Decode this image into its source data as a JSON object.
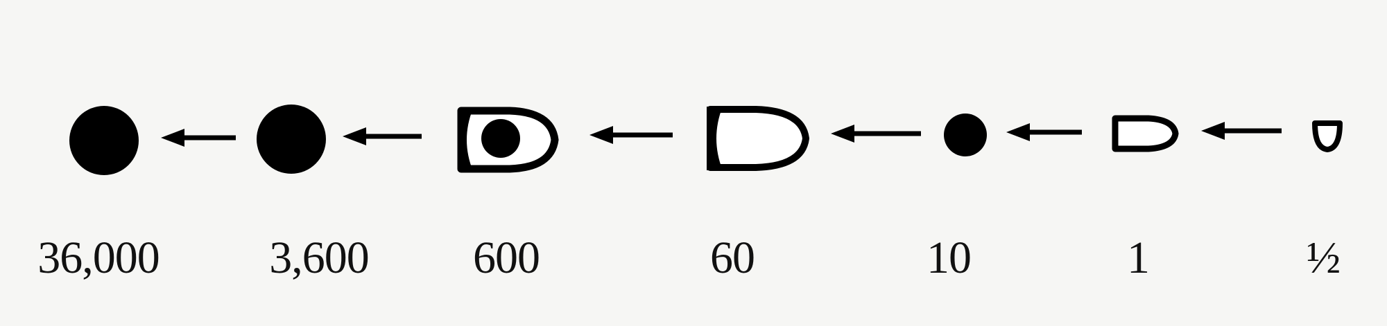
{
  "values": [
    {
      "label": "36,000",
      "symbol": "large-disc"
    },
    {
      "label": "3,600",
      "symbol": "large-disc"
    },
    {
      "label": "600",
      "symbol": "large-wedge-with-disc"
    },
    {
      "label": "60",
      "symbol": "large-wedge"
    },
    {
      "label": "10",
      "symbol": "small-disc"
    },
    {
      "label": "1",
      "symbol": "small-wedge"
    },
    {
      "label": "½",
      "symbol": "tiny-wedge"
    }
  ],
  "arrow_direction": "left",
  "colors": {
    "ink": "#000000",
    "paper": "#f6f6f4"
  }
}
